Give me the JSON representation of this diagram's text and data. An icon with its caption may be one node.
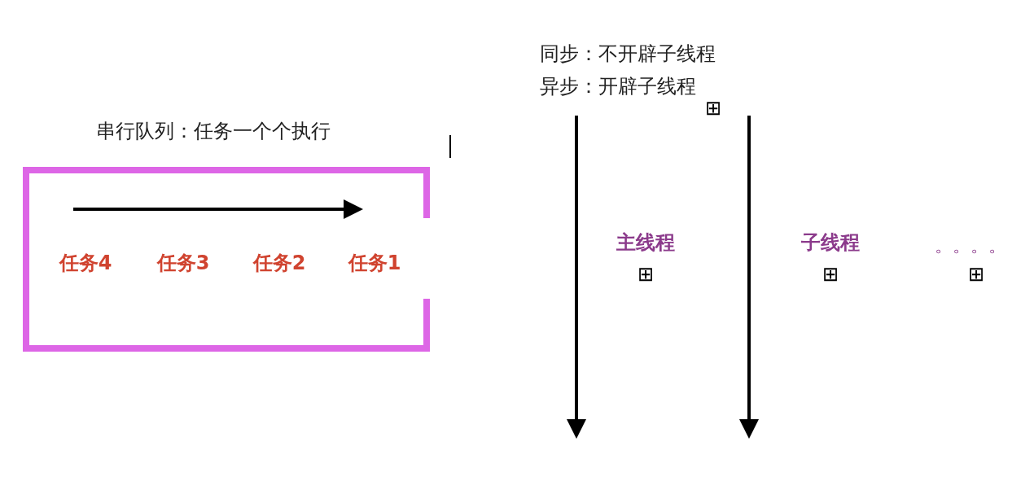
{
  "diagram": {
    "nodes": [
      {
        "text": [
          "串行队列：任务一个个执行"
        ]
      },
      {
        "text": [
          "任务4"
        ],
        "in": 0
      },
      {
        "text": [
          "任务3"
        ],
        "in": 0
      },
      {
        "text": [
          "任务2"
        ],
        "in": 0
      },
      {
        "text": [
          "任务1"
        ],
        "in": 0
      }
    ],
    "labels": [
      "同步：不开辟子线程",
      "异步：开辟子线程",
      "⊞",
      "主线程",
      "子线程",
      "。。。。",
      "⊞",
      "⊞",
      "⊞"
    ]
  }
}
